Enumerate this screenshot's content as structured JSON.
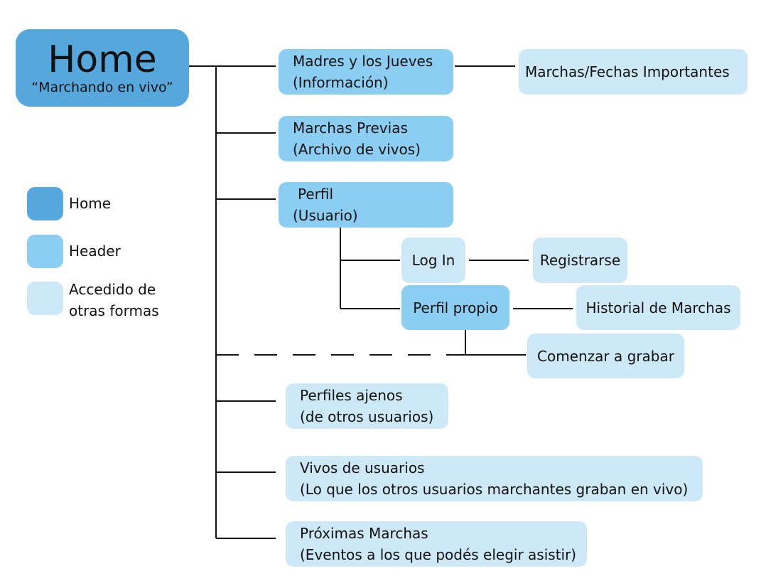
{
  "colors": {
    "home": "#56a8dc",
    "header": "#8ccdf2",
    "other": "#cde8f7",
    "line": "#111111"
  },
  "home": {
    "title": "Home",
    "subtitle": "“Marchando en vivo”"
  },
  "legend": [
    {
      "label": "Home",
      "color": "home"
    },
    {
      "label": "Header",
      "color": "header"
    },
    {
      "label": "Accedido de\notras formas",
      "color": "other"
    }
  ],
  "nodes": {
    "madres": {
      "line1": "Madres y los Jueves",
      "line2": "(Información)"
    },
    "marchas_fechas": {
      "line1": "Marchas/Fechas Importantes"
    },
    "marchas_previas": {
      "line1": "Marchas Previas",
      "line2": "(Archivo de vivos)"
    },
    "perfil": {
      "line1": "Perfil",
      "line2": "(Usuario)"
    },
    "login": {
      "line1": "Log In"
    },
    "registrarse": {
      "line1": "Registrarse"
    },
    "perfil_propio": {
      "line1": "Perfil propio"
    },
    "historial": {
      "line1": "Historial de Marchas"
    },
    "comenzar": {
      "line1": "Comenzar a grabar"
    },
    "perfiles_ajenos": {
      "line1": "Perfiles ajenos",
      "line2": "(de otros usuarios)"
    },
    "vivos": {
      "line1": "Vivos de usuarios",
      "line2": "(Lo que los otros usuarios marchantes graban en vivo)"
    },
    "proximas": {
      "line1": "Próximas Marchas",
      "line2": "(Eventos a los que podés elegir asistir)"
    }
  }
}
